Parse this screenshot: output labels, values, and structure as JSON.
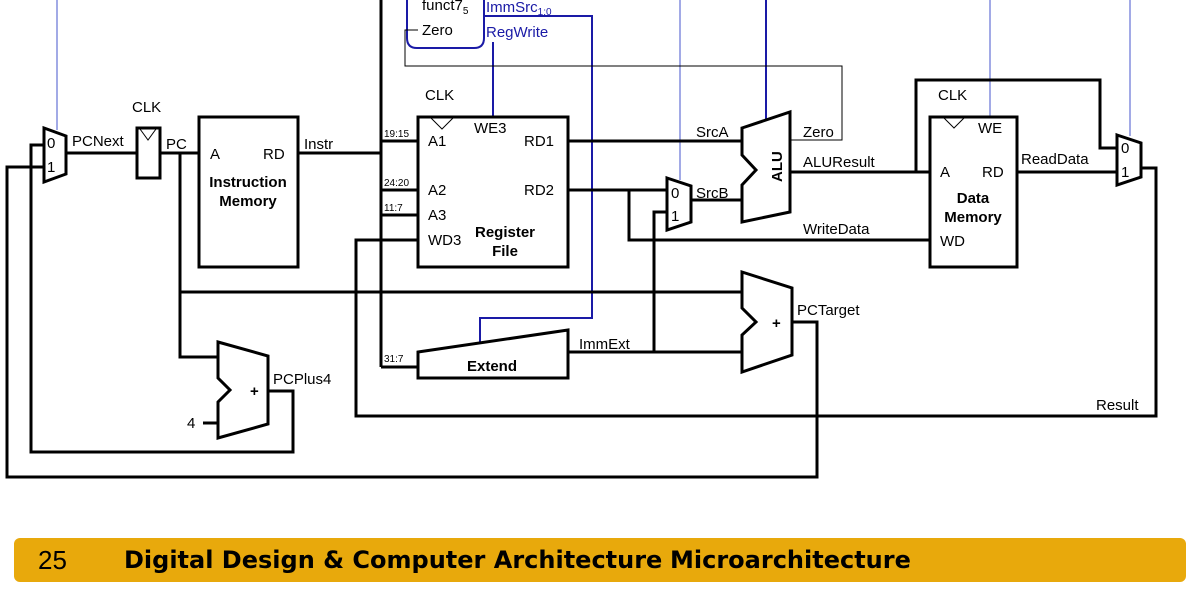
{
  "footer": {
    "slide_number": "25",
    "course_title": "Digital Design & Computer Architecture",
    "section_title": "Microarchitecture",
    "background_color": "#e8a90c"
  },
  "control_unit": {
    "funct7": "funct7",
    "funct7_sub": "5",
    "zero": "Zero",
    "imm_src": "ImmSrc",
    "imm_src_sub": "1:0",
    "reg_write": "RegWrite"
  },
  "pc_mux": {
    "in0": "0",
    "in1": "1"
  },
  "pc_register": {
    "clk": "CLK"
  },
  "signals": {
    "pc_next": "PCNext",
    "pc": "PC",
    "instr": "Instr",
    "src_a": "SrcA",
    "src_b": "SrcB",
    "zero": "Zero",
    "alu_result": "ALUResult",
    "write_data": "WriteData",
    "read_data": "ReadData",
    "imm_ext": "ImmExt",
    "pc_target": "PCTarget",
    "pc_plus4": "PCPlus4",
    "result": "Result",
    "const_four": "4"
  },
  "instruction_memory": {
    "port_a": "A",
    "port_rd": "RD",
    "name_line1": "Instruction",
    "name_line2": "Memory"
  },
  "register_file": {
    "clk": "CLK",
    "we3": "WE3",
    "a1": "A1",
    "a2": "A2",
    "a3": "A3",
    "wd3": "WD3",
    "rd1": "RD1",
    "rd2": "RD2",
    "name_line1": "Register",
    "name_line2": "File",
    "field_a1": "19:15",
    "field_a2": "24:20",
    "field_a3": "11:7",
    "field_imm": "31:7"
  },
  "srcb_mux": {
    "in0": "0",
    "in1": "1"
  },
  "alu": {
    "label": "ALU"
  },
  "data_memory": {
    "clk": "CLK",
    "we": "WE",
    "port_a": "A",
    "port_rd": "RD",
    "port_wd": "WD",
    "name_line1": "Data",
    "name_line2": "Memory"
  },
  "result_mux": {
    "in0": "0",
    "in1": "1"
  },
  "extend": {
    "label": "Extend"
  },
  "adder": {
    "plus": "+"
  }
}
